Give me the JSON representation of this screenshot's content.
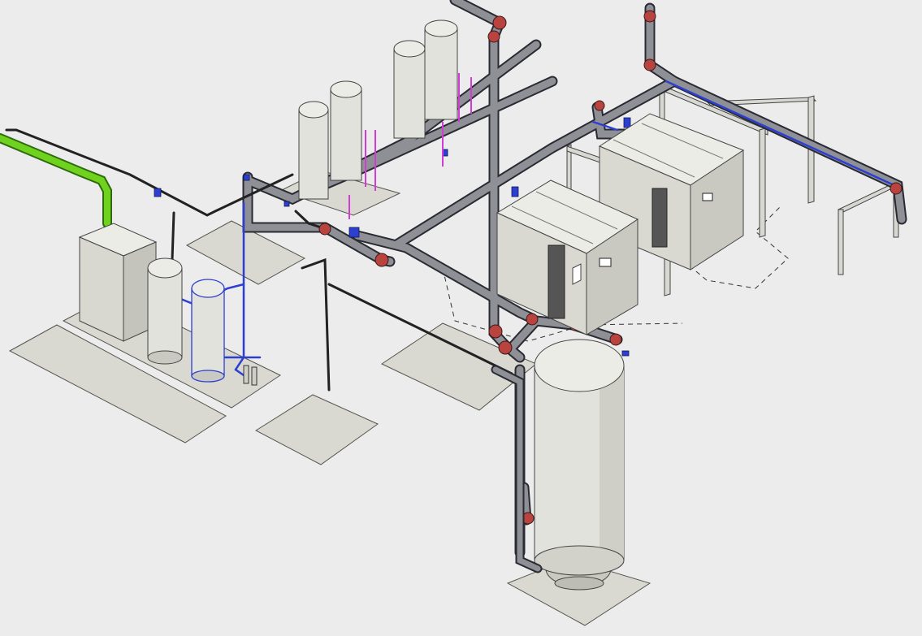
{
  "diagram": {
    "kind": "isometric compressed-air plant piping model",
    "text_labels": [],
    "colors": {
      "background": "#ececec",
      "equipment": "#e2e2dc",
      "equipment_shade": "#c9c9c2",
      "slab": "#d9d9d2",
      "pipe": "#8f8f96",
      "pipe_outline": "#2a2a33",
      "elbow": "#b8433f",
      "flange": "#2d3fd0",
      "green_line": "#6ed21f",
      "magenta_drop": "#d23bd6",
      "frame": "#d8d8d2"
    },
    "icons": [
      "receiver-tank",
      "compressor-package",
      "dryer-tower",
      "filter-unit",
      "steel-frame",
      "floor-slab"
    ]
  }
}
